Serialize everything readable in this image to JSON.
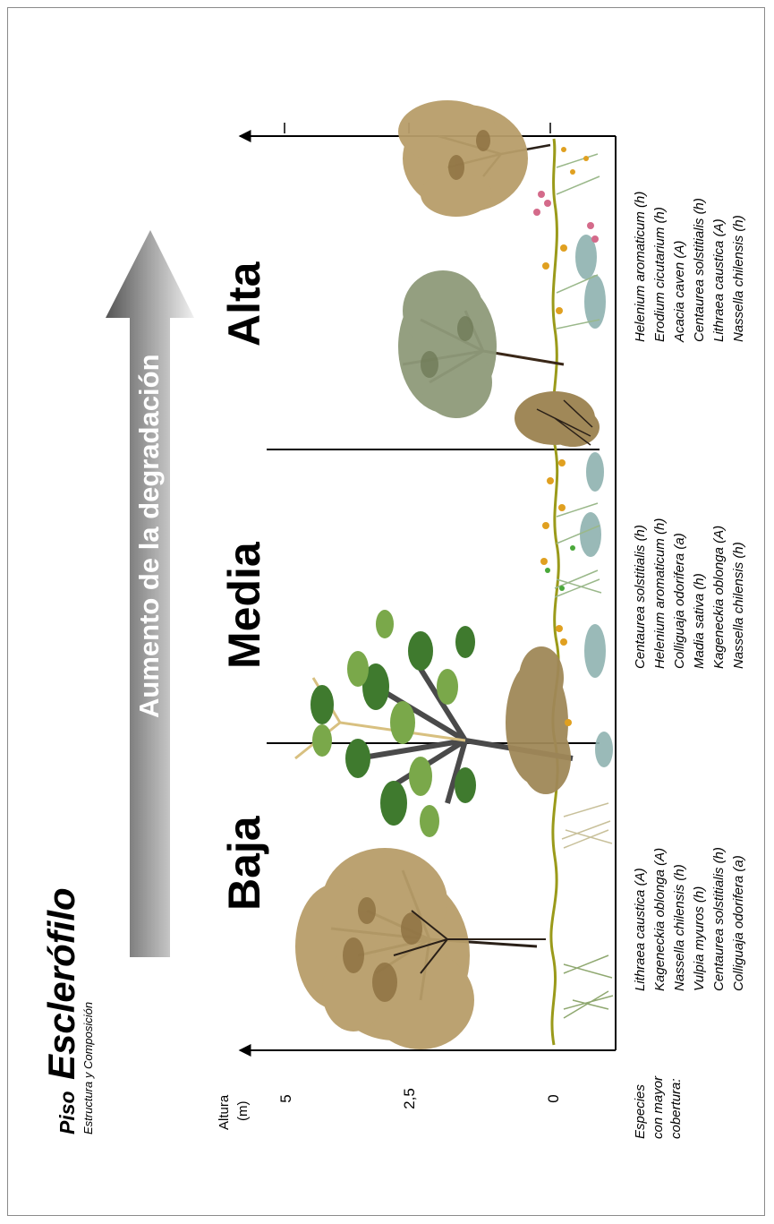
{
  "title": {
    "prefix": "Piso",
    "main": "Esclerófilo",
    "subtitle": "Estructura y Composición"
  },
  "gradient_arrow": {
    "label": "Aumento de la degradación",
    "colors": {
      "dark": "#555555",
      "light": "#f0f0f0"
    }
  },
  "axis": {
    "label_line1": "Altura",
    "label_line2": "(m)",
    "ticks": [
      "5",
      "2,5",
      "0"
    ]
  },
  "sections": [
    {
      "id": "baja",
      "label": "Baja"
    },
    {
      "id": "media",
      "label": "Media"
    },
    {
      "id": "alta",
      "label": "Alta"
    }
  ],
  "species_header": [
    "Especies",
    "con mayor",
    "cobertura:"
  ],
  "species": {
    "baja": [
      "Lithraea caustica (A)",
      "Kageneckia oblonga (A)",
      "Nassella chilensis (h)",
      "Vulpia myuros (h)",
      "Centaurea solstitialis (h)",
      "Colliguaja odorifera (a)"
    ],
    "media": [
      "Centaurea solstitialis (h)",
      "Helenium aromaticum (h)",
      "Colliguaja odorifera (a)",
      "Madia sativa (h)",
      "Kageneckia oblonga (A)",
      "Nassella chilensis (h)"
    ],
    "alta": [
      "Helenium aromaticum (h)",
      "Erodium cicutarium (h)",
      "Acacia caven (A)",
      "Centaurea solstitialis (h)",
      "Lithraea caustica (A)",
      "Nassella chilensis (h)"
    ]
  },
  "palette": {
    "ground": "#9a9a1a",
    "tan_foliage": "#b89e6a",
    "dark_green": "#3f7a2e",
    "light_green": "#7aa84a",
    "sage": "#8f9a7a",
    "herb_blue": "#8fb2b0",
    "flower_yellow": "#e0a020",
    "flower_pink": "#d46a8a"
  }
}
